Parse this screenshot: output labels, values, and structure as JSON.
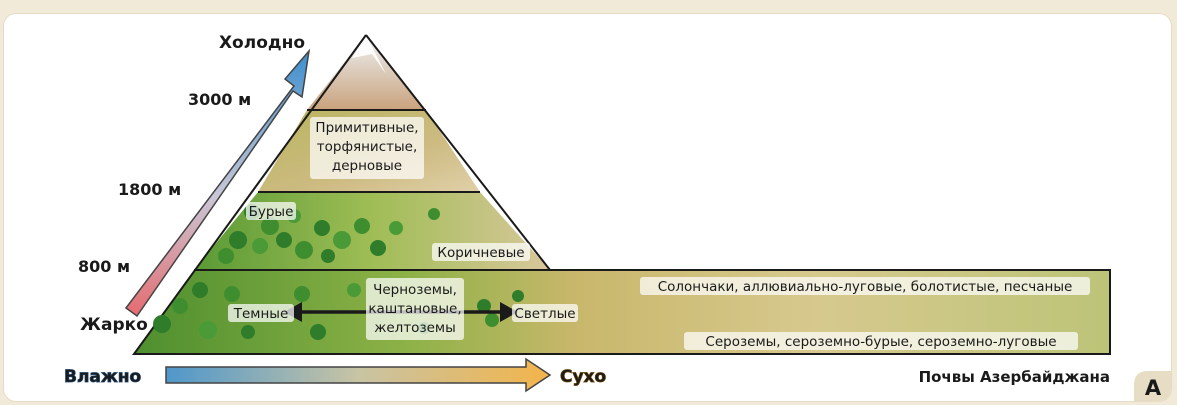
{
  "temperature_axis": {
    "top_label": "Холодно",
    "bottom_label": "Жарко",
    "colors": {
      "cold": "#3b8ed1",
      "hot": "#e0323a"
    },
    "altitudes": [
      "3000 м",
      "1800 м",
      "800 м"
    ]
  },
  "moisture_axis": {
    "left_label": "Влажно",
    "right_label": "Сухо",
    "colors": {
      "wet": "#5b9fd0",
      "dry": "#f0b64a"
    }
  },
  "zones": {
    "alpine": [
      "Примитивные,",
      "торфянистые,",
      "дерновые"
    ],
    "forest": {
      "left": "Бурые",
      "right": "Коричневые"
    },
    "lowland": {
      "center": [
        "Черноземы,",
        "каштановые,",
        "желтоземы"
      ],
      "dark": "Темные",
      "light": "Светлые",
      "strip_top": "Солончаки, аллювиально-луговые, болотистые, песчаные",
      "strip_bottom": "Сероземы, сероземно-бурые, сероземно-луговые"
    }
  },
  "caption": "Почвы Азербайджана",
  "badge": "A"
}
